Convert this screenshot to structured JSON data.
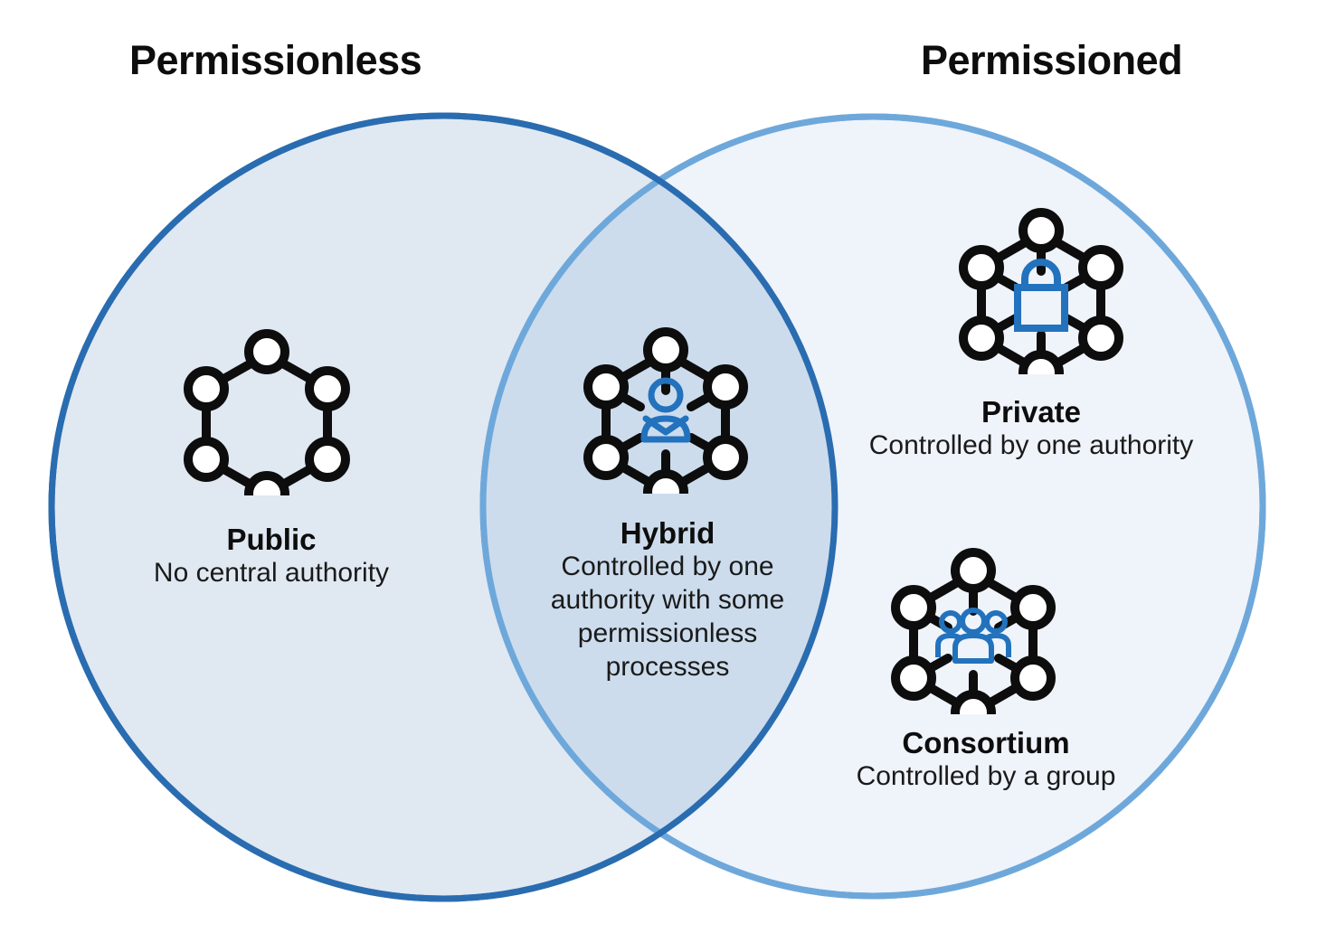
{
  "diagram": {
    "type": "venn",
    "title_left": "Permissionless",
    "title_right": "Permissioned",
    "colors": {
      "left_stroke": "#2a6cb0",
      "left_fill": "#e0e8f2",
      "right_stroke": "#6ea8db",
      "right_fill": "#eef3fa",
      "overlap_fill": "#ccdcec",
      "icon_dark": "#0d0d0d",
      "icon_accent": "#2272bd",
      "text": "#111111",
      "background": "#ffffff"
    },
    "groups": [
      {
        "id": "public",
        "title": "Public",
        "description": "No central authority",
        "region": "left-only",
        "icon": "hexagon-network-icon"
      },
      {
        "id": "hybrid",
        "title": "Hybrid",
        "description": "Controlled by one authority with some permissionless processes",
        "description_lines": [
          "Controlled by one",
          "authority with some",
          "permissionless",
          "processes"
        ],
        "region": "overlap",
        "icon": "hexagon-network-person-icon"
      },
      {
        "id": "private",
        "title": "Private",
        "description": "Controlled by one authority",
        "region": "right-only",
        "icon": "hexagon-network-lock-icon"
      },
      {
        "id": "consortium",
        "title": "Consortium",
        "description": "Controlled by a group",
        "region": "right-only",
        "icon": "hexagon-network-group-icon"
      }
    ]
  }
}
